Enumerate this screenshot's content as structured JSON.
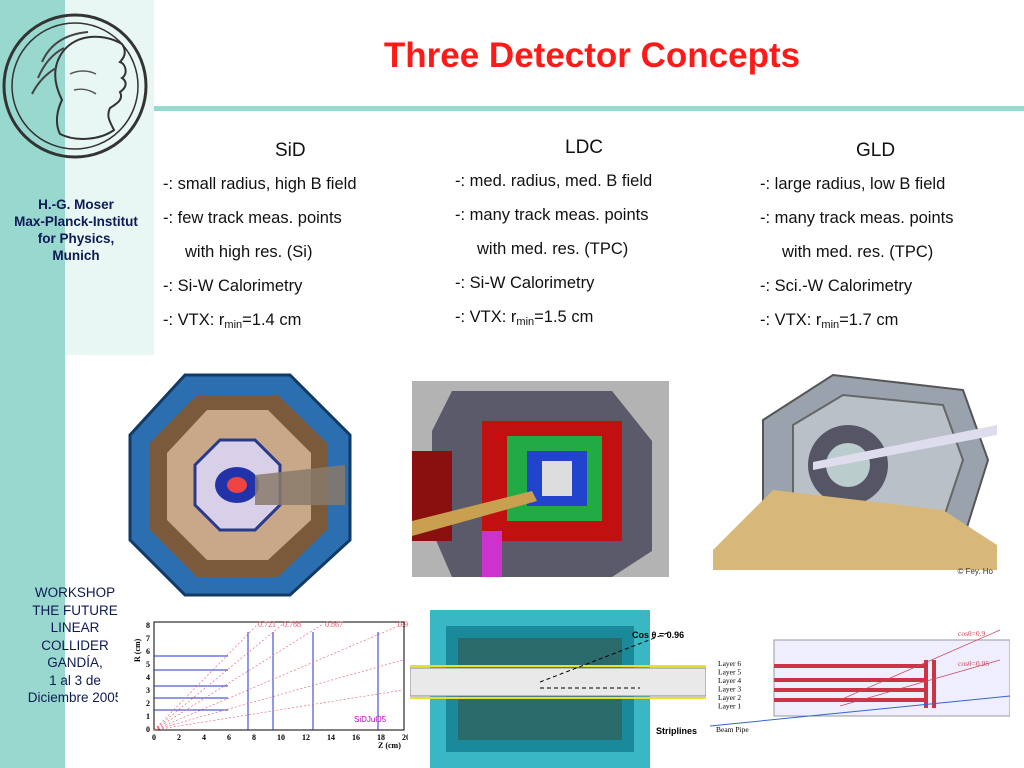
{
  "title": "Three Detector Concepts",
  "sidebar": {
    "author": "H.-G. Moser\nMax-Planck-Institut\nfor Physics,\nMunich",
    "workshop": "WORKSHOP\n  THE FUTURE\nLINEAR\nCOLLIDER\nGANDÍA,\n1 al 3 de\nDiciembre 2005"
  },
  "columns": [
    {
      "heading": "SiD",
      "lines": [
        "-: small radius, high B field",
        "-: few track meas. points",
        "with high res. (Si)",
        "-: Si-W Calorimetry"
      ],
      "vtx_prefix": "-: VTX: r",
      "vtx_sub": "min",
      "vtx_value": "=1.4 cm"
    },
    {
      "heading": "LDC",
      "lines": [
        "-: med. radius, med. B field",
        "-: many track meas. points",
        "with med. res. (TPC)",
        "-: Si-W Calorimetry"
      ],
      "vtx_prefix": "-: VTX: r",
      "vtx_sub": "min",
      "vtx_value": "=1.5 cm"
    },
    {
      "heading": "GLD",
      "lines": [
        "-: large radius, low B field",
        "-: many track meas. points",
        "with med. res. (TPC)",
        "-: Sci.-W Calorimetry"
      ],
      "vtx_prefix": "-: VTX: r",
      "vtx_sub": "min",
      "vtx_value": "=1.7 cm"
    }
  ],
  "figures": {
    "gld_credit": "© Fey. Ho",
    "sid_plot": {
      "ylabel": "R (cm)",
      "xlabel": "Z (cm)",
      "xticks": [
        "0",
        "2",
        "4",
        "6",
        "8",
        "10",
        "12",
        "14",
        "16",
        "18",
        "20"
      ],
      "yticks": [
        "0",
        "1",
        "2",
        "3",
        "4",
        "5",
        "6",
        "7",
        "8"
      ],
      "cos_labels": [
        "0.721",
        "0.788",
        "0.867",
        "0.9"
      ],
      "tag": "SiDJul05"
    },
    "ldc_drawing": {
      "cos_label": "Cos θ = 0.96",
      "striplines": "Striplines"
    },
    "gld_drawing": {
      "layers": [
        "Layer 6",
        "Layer 5",
        "Layer 4",
        "Layer 3",
        "Layer 2",
        "Layer 1"
      ],
      "beam_pipe": "Beam Pipe",
      "cos1": "cosθ=0.9",
      "cos2": "cosθ=0.95"
    }
  },
  "colors": {
    "title": "#ff1a1a",
    "sidebar": "#98d8cf",
    "sidebar_text": "#0d1a54"
  }
}
